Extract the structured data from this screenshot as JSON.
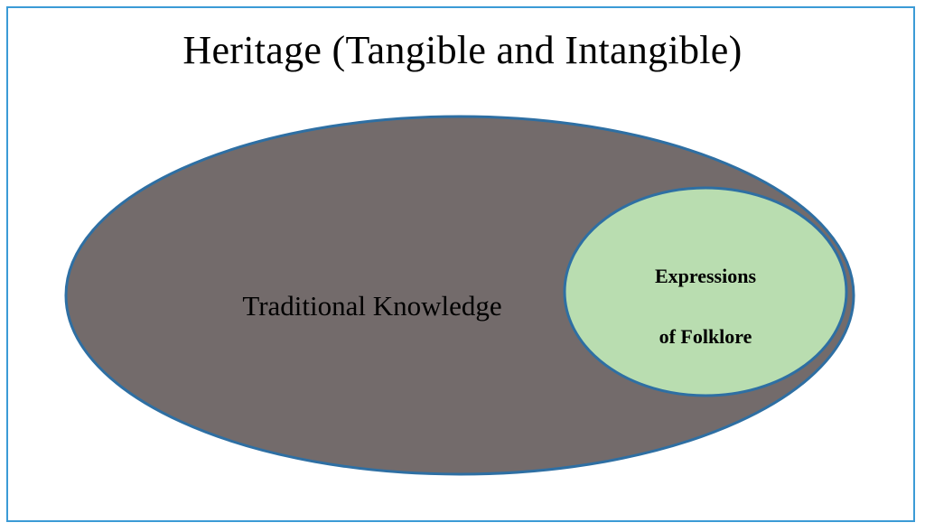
{
  "title": "Heritage (Tangible and Intangible)",
  "outer_set": {
    "label": "Traditional Knowledge",
    "fill": "#736b6b",
    "stroke": "#2e6fa3"
  },
  "inner_set": {
    "label_line1": "Expressions",
    "label_line2": "of Folklore",
    "fill": "#b9ddb0",
    "stroke": "#2e6fa3"
  },
  "frame_border": "#3b9bd6"
}
